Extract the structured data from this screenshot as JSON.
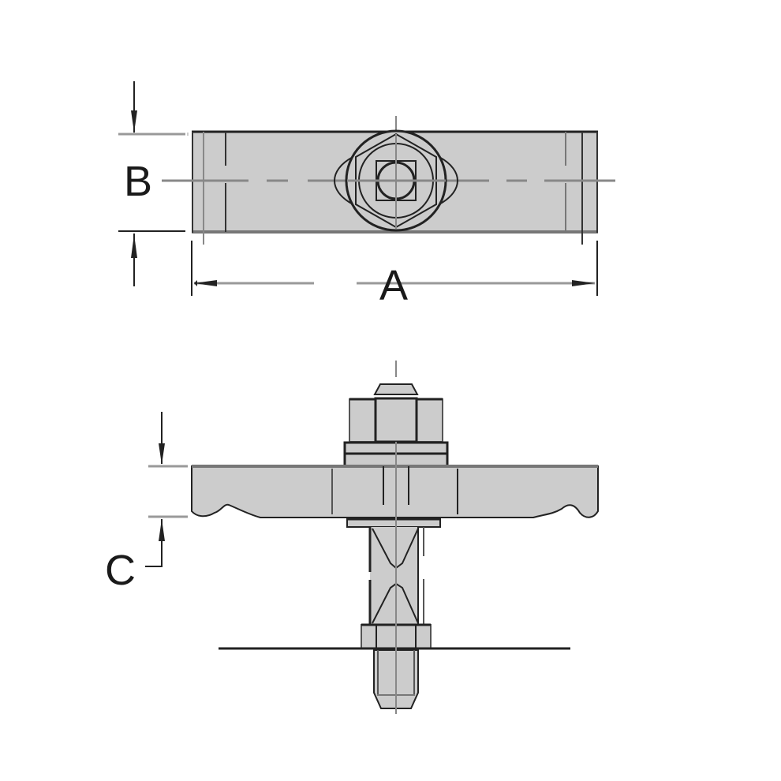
{
  "diagram": {
    "title": "Hold-down clamp dimension drawing",
    "views": [
      {
        "name": "top-view",
        "description": "Rectangular clamp bar with centered stud and hex flange nut"
      },
      {
        "name": "side-view",
        "description": "Clamp bar with stud, flange nut, washer, and T-slot nut"
      }
    ],
    "labels": {
      "dim_a": "A",
      "dim_b": "B",
      "dim_c": "C"
    },
    "colors": {
      "fill": "#cccccc",
      "outline": "#1a1a1a",
      "centerline": "#808080",
      "background": "#ffffff"
    }
  }
}
